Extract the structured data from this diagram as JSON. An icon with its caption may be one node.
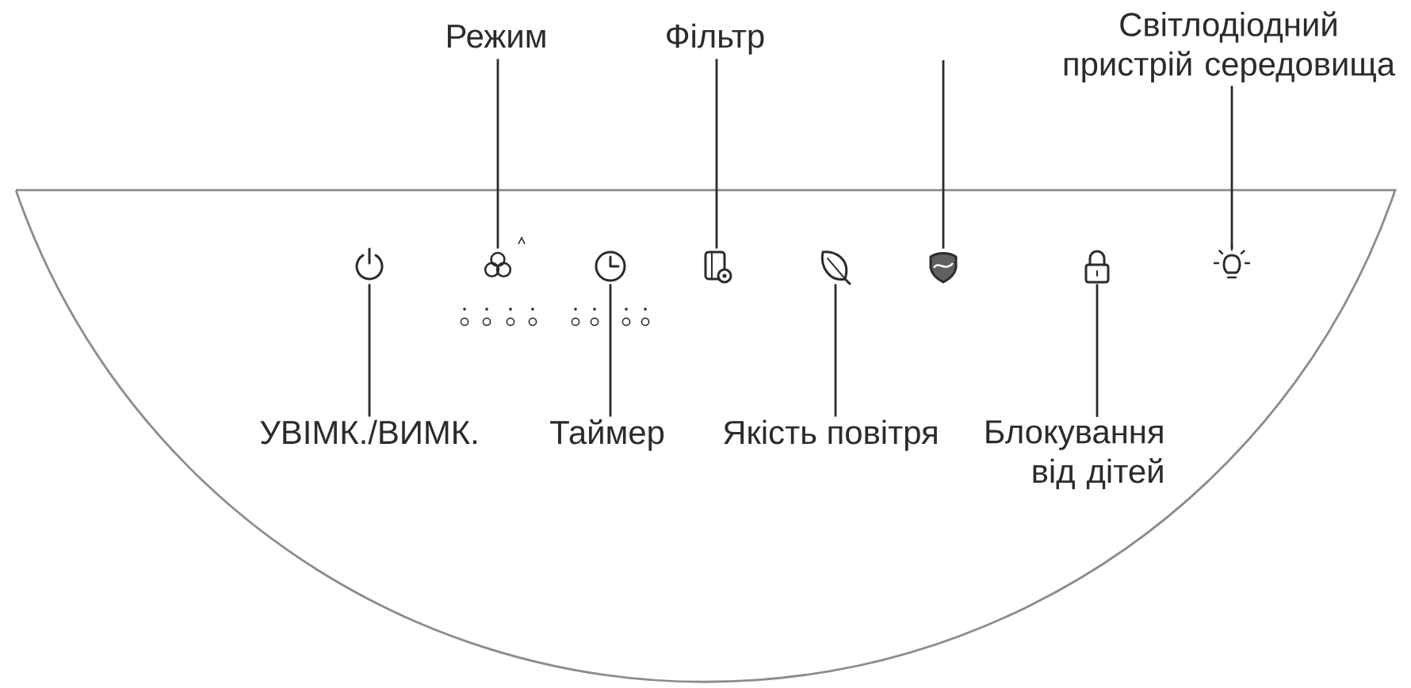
{
  "diagram": {
    "nodes": [
      {
        "text": [
          "Режим"
        ]
      },
      {
        "text": [
          "Фільтр"
        ]
      },
      {
        "text": [
          "Світлодіодний пристрій середовища"
        ]
      },
      {
        "text": [],
        "shape": "picture"
      },
      {
        "text": [],
        "shape": "picture"
      },
      {
        "text": [],
        "shape": "picture"
      },
      {
        "text": [],
        "shape": "picture"
      },
      {
        "text": [],
        "shape": "picture"
      },
      {
        "text": [],
        "shape": "picture"
      },
      {
        "text": [],
        "shape": "picture"
      },
      {
        "text": [],
        "shape": "picture"
      },
      {
        "text": [
          "УВІМК./ВИМК."
        ]
      },
      {
        "text": [
          "Таймер"
        ]
      },
      {
        "text": [
          "Якість повітря"
        ]
      },
      {
        "text": [
          "Блокування від дітей"
        ]
      }
    ],
    "edges": [
      {
        "from": 0,
        "to": 4,
        "arrow": "none"
      },
      {
        "from": 1,
        "to": 6,
        "arrow": "none"
      },
      {
        "from": null,
        "to": 8,
        "arrow": "none"
      },
      {
        "from": 2,
        "to": 10,
        "arrow": "none"
      },
      {
        "from": 11,
        "to": 3,
        "arrow": "none"
      },
      {
        "from": 12,
        "to": 5,
        "arrow": "none"
      },
      {
        "from": 13,
        "to": 7,
        "arrow": "none"
      },
      {
        "from": 14,
        "to": 9,
        "arrow": "none"
      }
    ]
  }
}
